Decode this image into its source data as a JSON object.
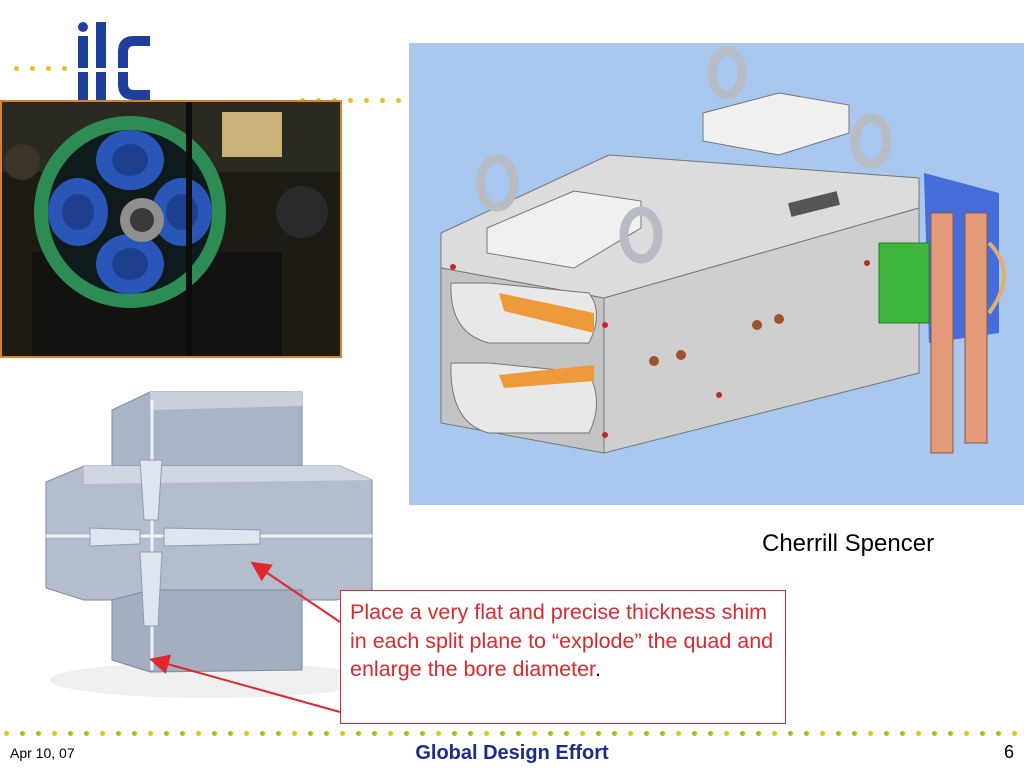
{
  "slide": {
    "logo_text": "ilc",
    "photo_credit": "Cherrill Spencer",
    "callout_text": "Place a very flat and precise thickness shim in each split plane to “explode” the quad and enlarge the bore diameter",
    "callout_period": ".",
    "footer": {
      "date": "Apr 10, 07",
      "title": "Global Design Effort",
      "page_number": "6"
    }
  },
  "colors": {
    "dot_green": "#9bc31e",
    "dot_gold": "#e8c21c",
    "callout_red": "#e0272d",
    "footer_blue": "#1b2c8f",
    "logo_blue": "#1e3f9a",
    "photo_border": "#d8822b"
  }
}
